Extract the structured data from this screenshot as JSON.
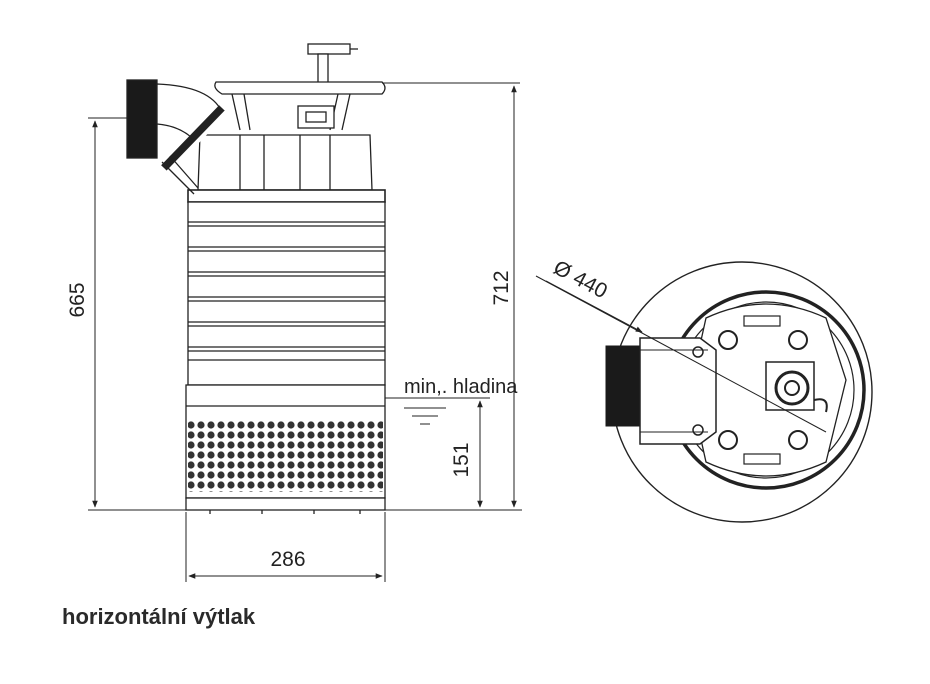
{
  "dimensions": {
    "height_total": "665",
    "height_outlet": "712",
    "width_body": "286",
    "min_level_height": "151",
    "diameter": "Ø 440"
  },
  "labels": {
    "min_level": "min,. hladina"
  },
  "caption": "horizontální výtlak"
}
